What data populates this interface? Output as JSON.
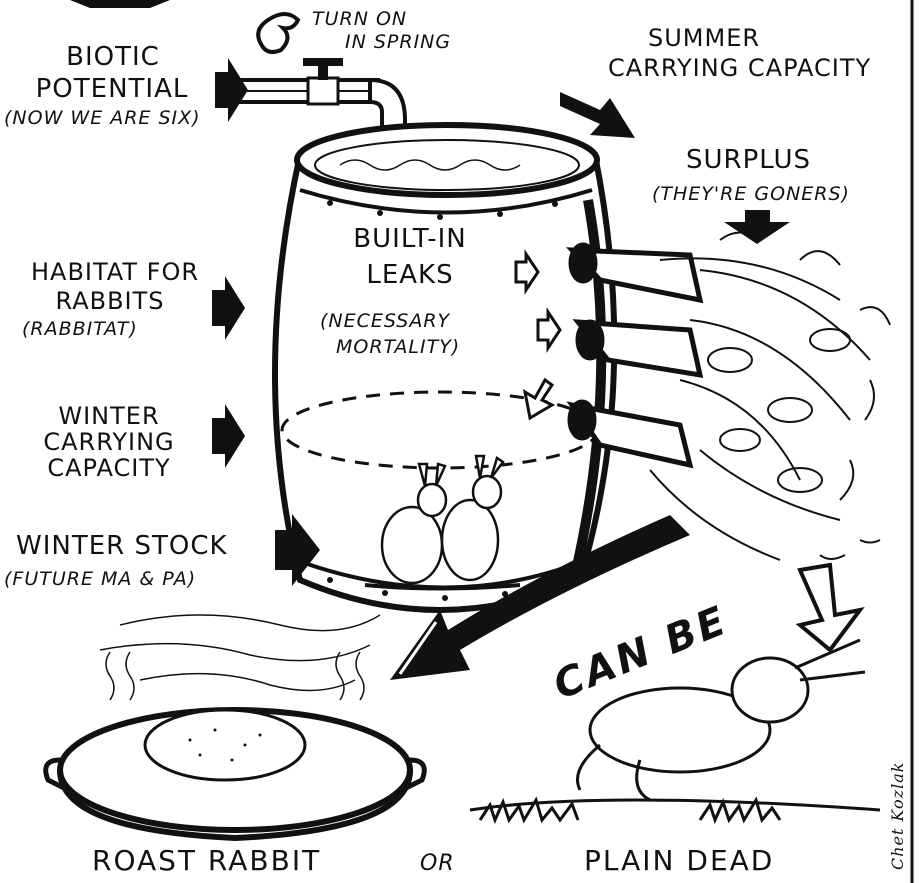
{
  "labels": {
    "turn_on_1": "TURN ON",
    "turn_on_2": "IN SPRING",
    "biotic_1": "BIOTIC",
    "biotic_2": "POTENTIAL",
    "biotic_sub": "(NOW WE ARE SIX)",
    "summer_1": "SUMMER",
    "summer_2": "CARRYING CAPACITY",
    "surplus": "SURPLUS",
    "surplus_sub": "(THEY'RE GONERS)",
    "leaks_1": "BUILT-IN",
    "leaks_2": "LEAKS",
    "leaks_sub_1": "(NECESSARY",
    "leaks_sub_2": "MORTALITY)",
    "habitat_1": "HABITAT FOR",
    "habitat_2": "RABBITS",
    "habitat_sub": "(RABBITAT)",
    "winter_cc_1": "WINTER",
    "winter_cc_2": "CARRYING",
    "winter_cc_3": "CAPACITY",
    "winter_stock": "WINTER STOCK",
    "winter_stock_sub": "(FUTURE MA & PA)",
    "can_be": "CAN BE",
    "roast": "ROAST RABBIT",
    "or": "OR",
    "plain_dead": "PLAIN DEAD",
    "signature": "Chet Kozlak"
  },
  "colors": {
    "ink": "#111111",
    "paper": "#ffffff"
  }
}
